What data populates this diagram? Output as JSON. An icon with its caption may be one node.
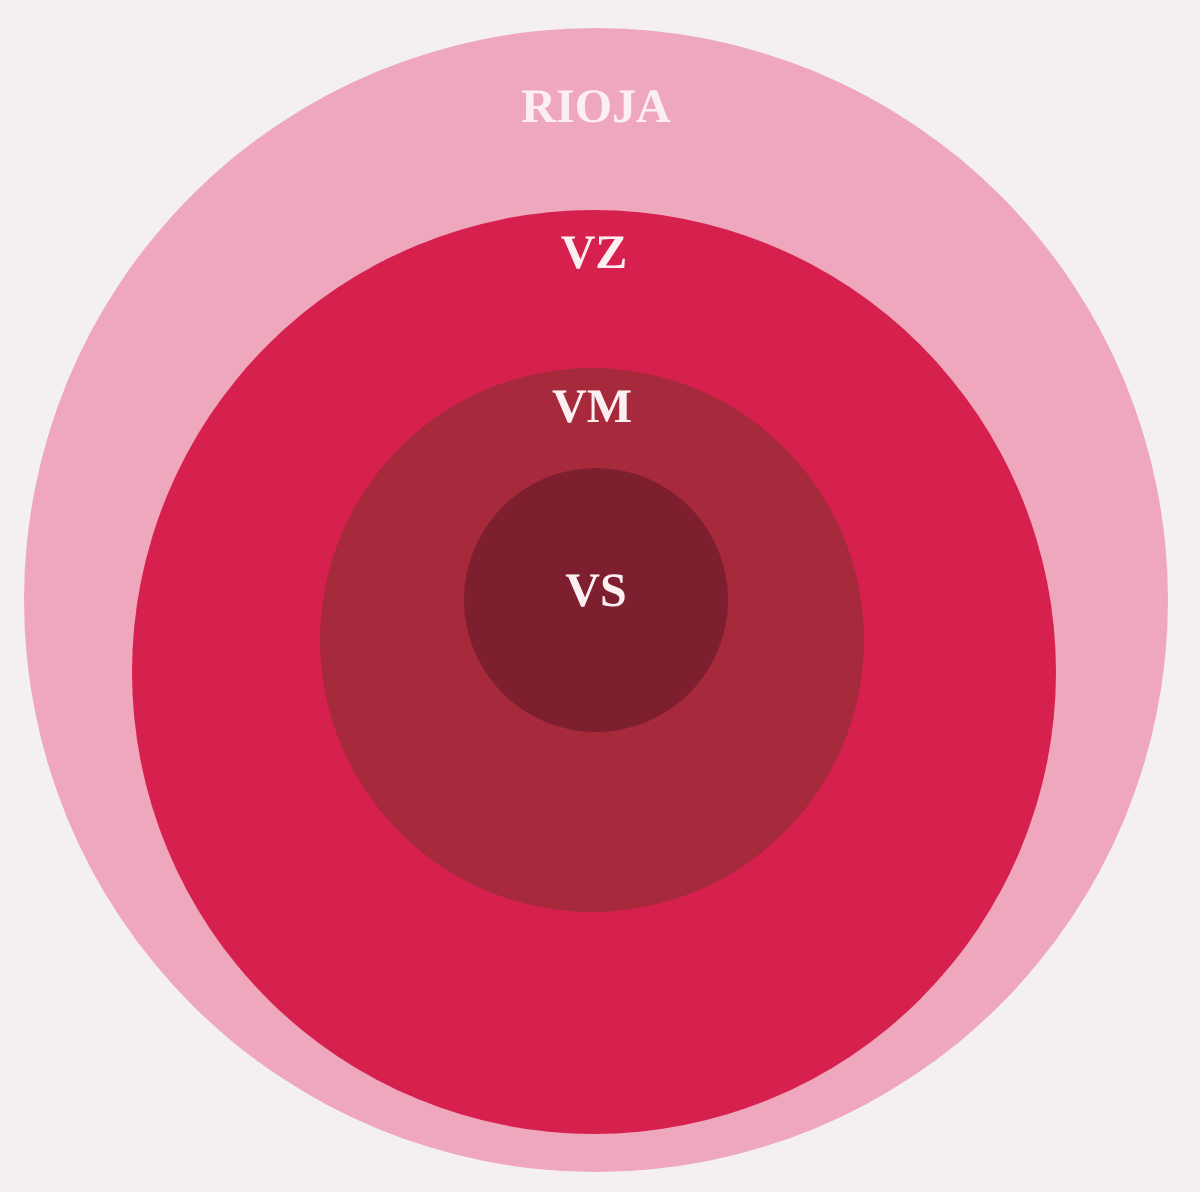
{
  "diagram": {
    "nodes": [
      {
        "text": [
          "RIOJA"
        ]
      },
      {
        "text": [
          "VZ"
        ],
        "in": 0
      },
      {
        "text": [
          "VM"
        ],
        "in": 1
      },
      {
        "text": [
          "VS"
        ],
        "in": 2
      }
    ]
  }
}
